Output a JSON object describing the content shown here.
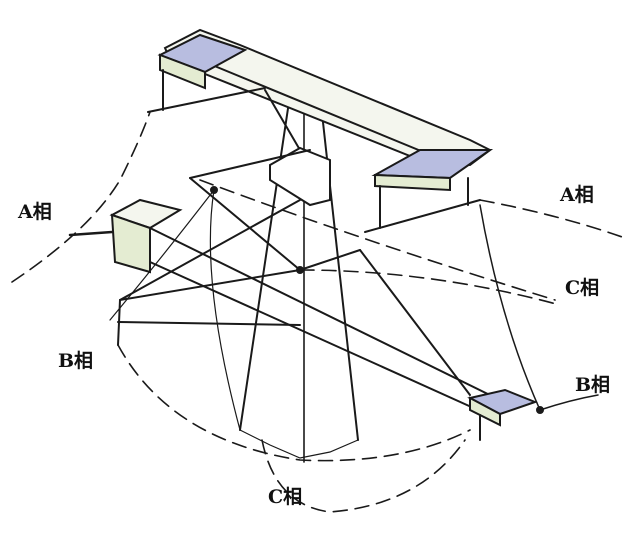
{
  "labels": {
    "a_left": "A相",
    "a_right": "A相",
    "c_right": "C相",
    "b_left": "B相",
    "b_right": "B相",
    "c_bottom": "C相"
  },
  "colors": {
    "line": "#1a1a1a",
    "crossarm_end_top": "#b8bde0",
    "crossarm_end_side": "#e4ecd2"
  }
}
